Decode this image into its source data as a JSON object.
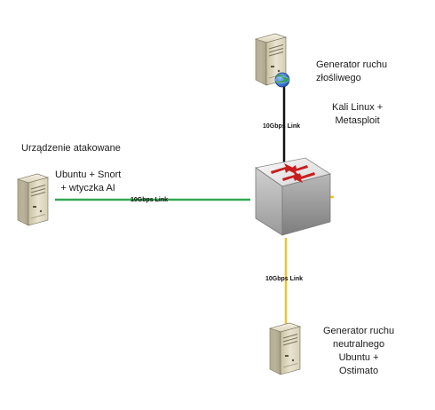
{
  "nodes": {
    "malicious": {
      "title_lines": [
        "Generator ruchu",
        "złośliwego"
      ],
      "os_lines": [
        "Kali Linux +",
        "Metasploit"
      ]
    },
    "attacked": {
      "title": "Urządzenie atakowane",
      "os_lines": [
        "Ubuntu + Snort",
        "+ wtyczka AI"
      ]
    },
    "neutral": {
      "lines": [
        "Generator ruchu",
        "neutralnego",
        "Ubuntu +",
        "Ostimato"
      ]
    }
  },
  "links": {
    "top": "10Gbps Link",
    "left": "10Gbps Link",
    "bottom": "10Gbps Link"
  },
  "colors": {
    "link_top": "#111111",
    "link_left": "#33a852",
    "link_bottom": "#f2c230",
    "switch_arrows": "#c81e1e",
    "globe": "#2a6fd6"
  }
}
